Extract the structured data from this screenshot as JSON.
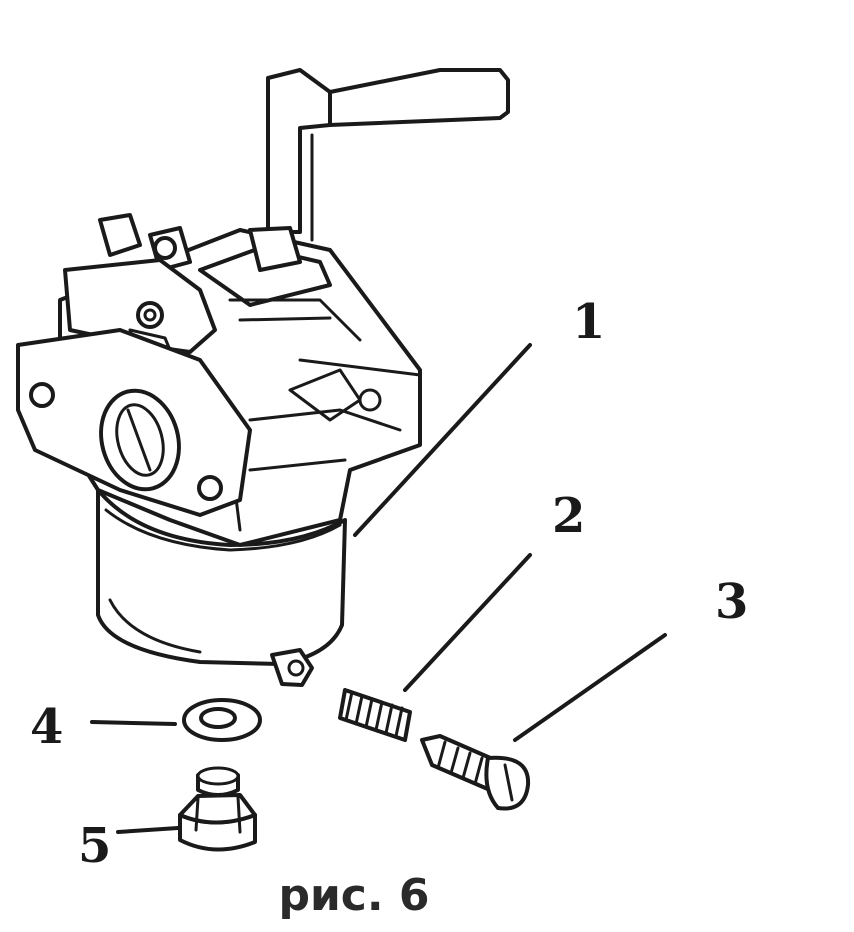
{
  "figure": {
    "caption": "рис. 6",
    "callouts": [
      {
        "id": "1",
        "label": "1",
        "part": "carburetor-body"
      },
      {
        "id": "2",
        "label": "2",
        "part": "spring"
      },
      {
        "id": "3",
        "label": "3",
        "part": "adjusting-screw"
      },
      {
        "id": "4",
        "label": "4",
        "part": "washer"
      },
      {
        "id": "5",
        "label": "5",
        "part": "drain-bolt"
      }
    ]
  }
}
